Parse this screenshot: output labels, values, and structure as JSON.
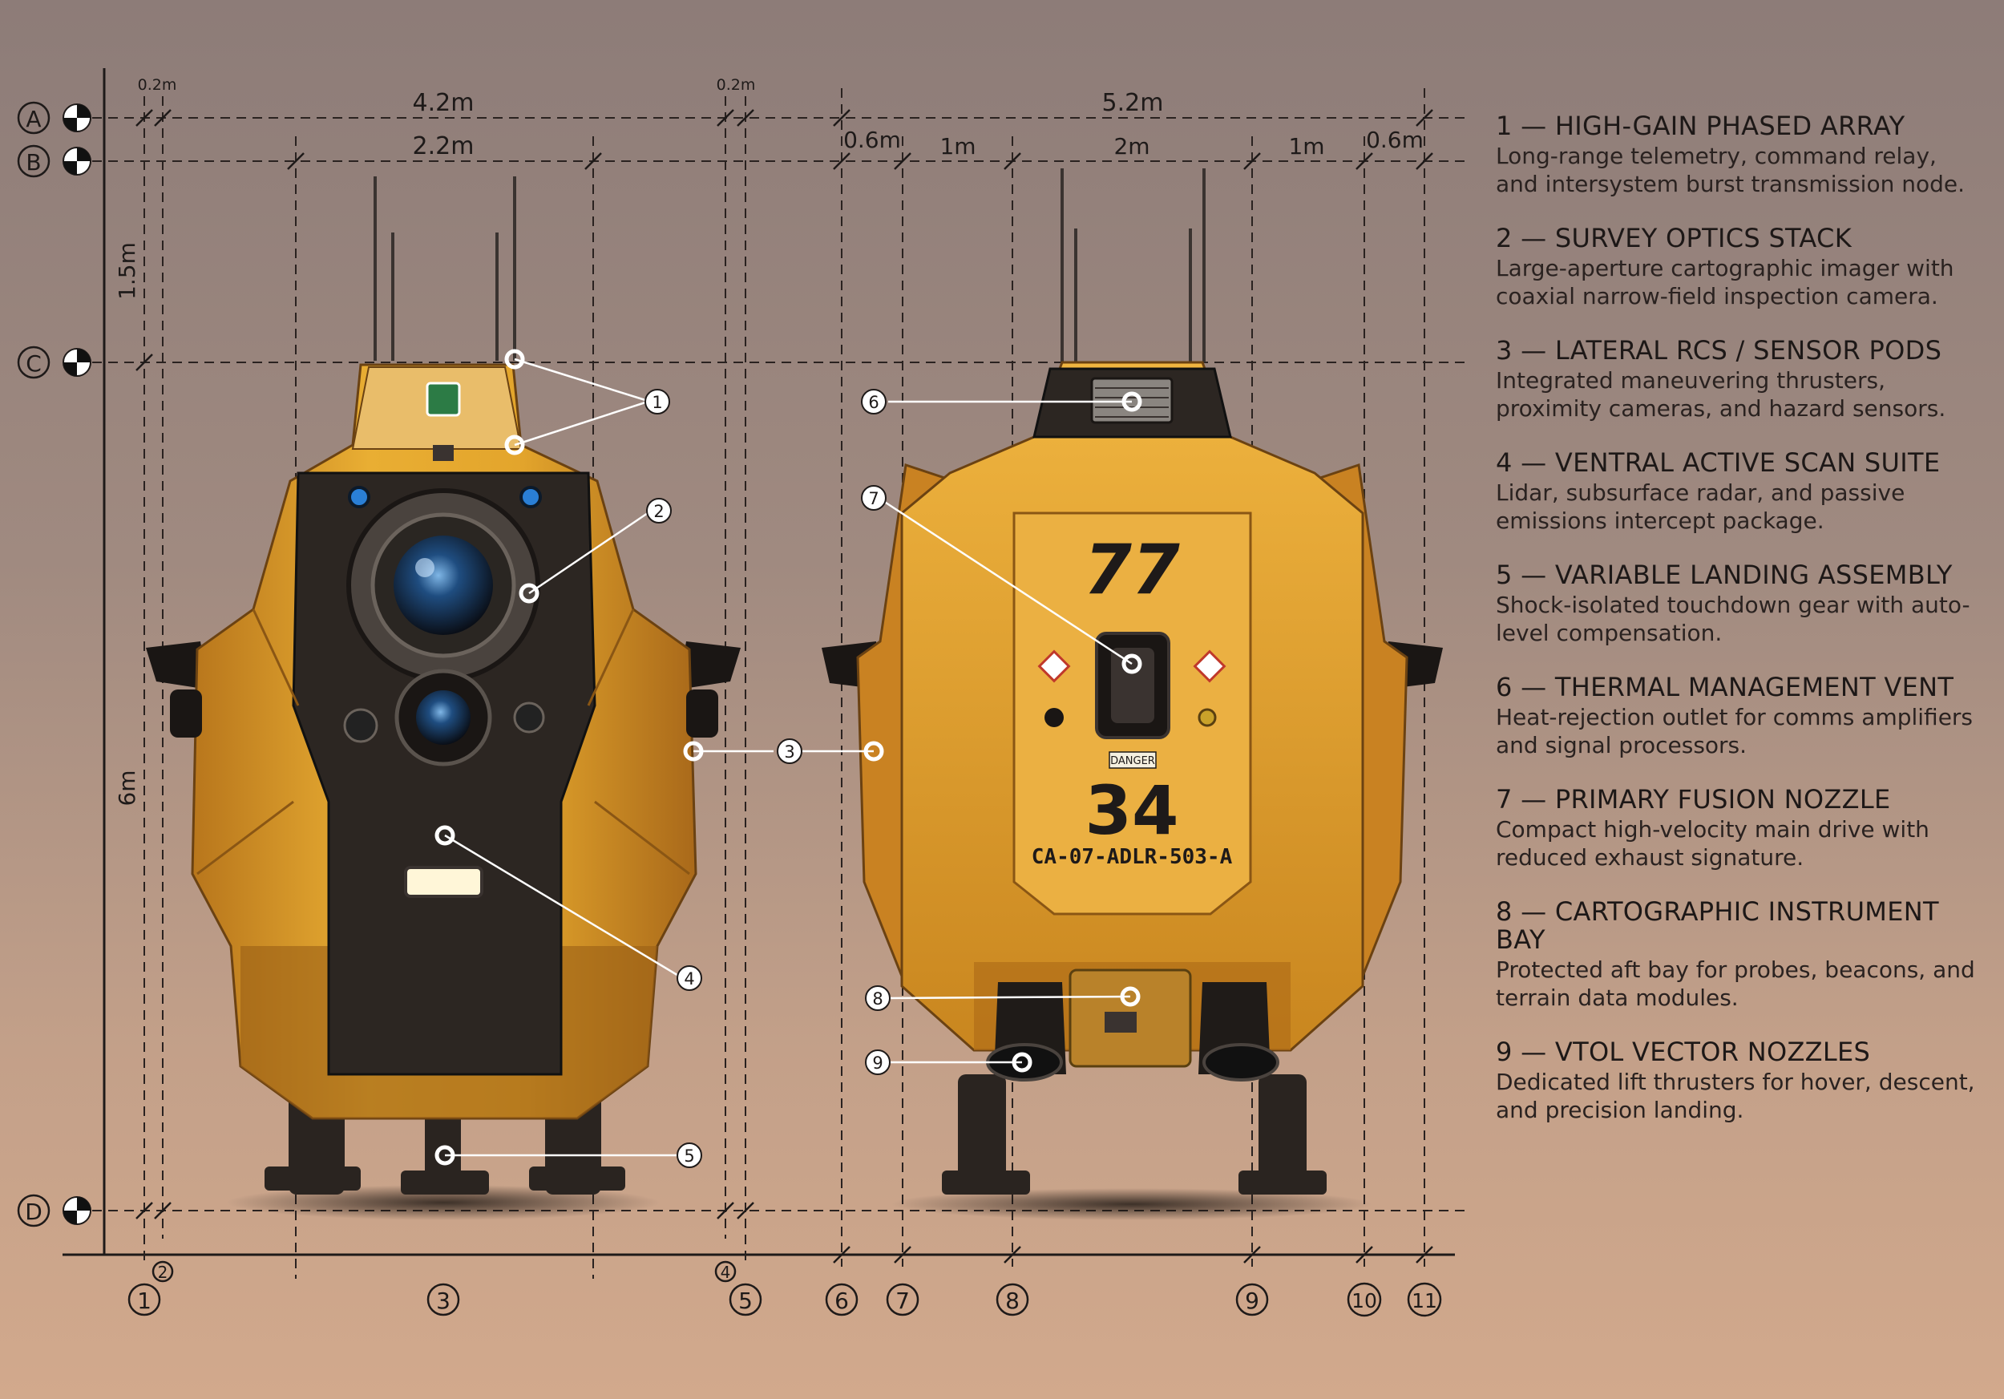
{
  "grid_rows": [
    {
      "id": "row-a",
      "label": "A"
    },
    {
      "id": "row-b",
      "label": "B"
    },
    {
      "id": "row-c",
      "label": "C"
    },
    {
      "id": "row-d",
      "label": "D"
    }
  ],
  "grid_columns": [
    "1",
    "2",
    "3",
    "4",
    "5",
    "6",
    "7",
    "8",
    "9",
    "10",
    "11"
  ],
  "dimensions": {
    "front_top_left": "0.2m",
    "front_width": "4.2m",
    "front_top_right": "0.2m",
    "front_body": "2.2m",
    "rear_width": "5.2m",
    "rear_s1": "0.6m",
    "rear_s2": "1m",
    "rear_s3": "2m",
    "rear_s4": "1m",
    "rear_s5": "0.6m",
    "height_top": "1.5m",
    "height_body": "6m"
  },
  "callouts": [
    "1",
    "2",
    "3",
    "4",
    "5",
    "6",
    "7",
    "8",
    "9"
  ],
  "hull_markings": {
    "rear_top_number": "77",
    "rear_main_number": "34",
    "rear_serial": "CA-07-ADLR-503-A",
    "danger_label": "DANGER"
  },
  "legend": [
    {
      "title": "1 — HIGH-GAIN PHASED ARRAY",
      "desc": "Long-range telemetry, command relay, and intersystem burst transmission node."
    },
    {
      "title": "2 — SURVEY OPTICS STACK",
      "desc": "Large-aperture cartographic imager with coaxial narrow-field inspection camera."
    },
    {
      "title": "3 — LATERAL RCS / SENSOR PODS",
      "desc": "Integrated maneuvering thrusters, proximity cameras, and hazard sensors."
    },
    {
      "title": "4 — VENTRAL ACTIVE SCAN SUITE",
      "desc": "Lidar, subsurface radar, and passive emissions intercept package."
    },
    {
      "title": "5 — VARIABLE LANDING ASSEMBLY",
      "desc": "Shock-isolated touchdown gear with auto-level compensation."
    },
    {
      "title": "6 — THERMAL MANAGEMENT VENT",
      "desc": "Heat-rejection outlet for comms amplifiers and signal processors."
    },
    {
      "title": "7 — PRIMARY FUSION NOZZLE",
      "desc": "Compact high-velocity main drive with reduced exhaust signature."
    },
    {
      "title": "8 — CARTOGRAPHIC INSTRUMENT BAY",
      "desc": "Protected aft bay for probes, beacons, and terrain data modules."
    },
    {
      "title": "9 — VTOL VECTOR NOZZLES",
      "desc": "Dedicated lift thrusters for hover, descent, and precision landing."
    }
  ],
  "colors": {
    "hull": "#e3a52c",
    "hull_shadow": "#b8761c",
    "line": "#1e1a19",
    "callout": "#ffffff"
  }
}
